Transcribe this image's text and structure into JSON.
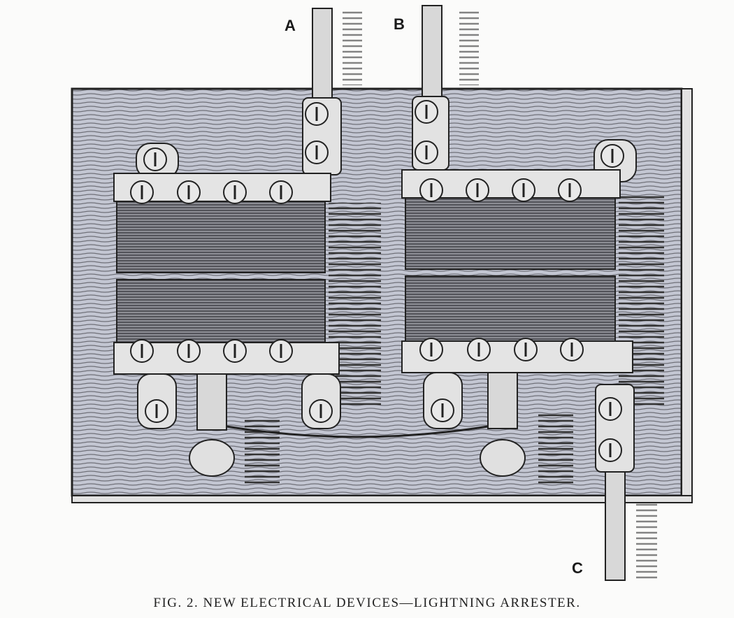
{
  "figure": {
    "caption": "FIG. 2.   NEW ELECTRICAL DEVICES—LIGHTNING ARRESTER.",
    "labels": {
      "a": "A",
      "b": "B",
      "c": "C"
    }
  },
  "colors": {
    "board": "#b9bcc6",
    "ink": "#2a2a2a",
    "metal": "#dadada",
    "comb": "#7b7c83"
  }
}
